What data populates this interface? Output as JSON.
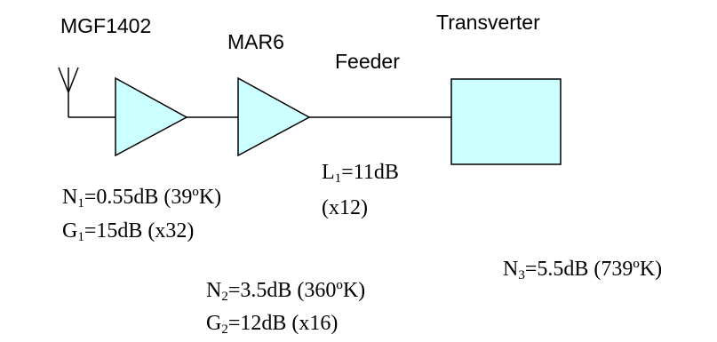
{
  "components": {
    "lna": {
      "label": "MGF1402"
    },
    "amp2": {
      "label": "MAR6"
    },
    "feeder": {
      "label": "Feeder"
    },
    "transverter": {
      "label": "Transverter"
    }
  },
  "stages": {
    "lna": {
      "n_symbol": "N",
      "n_sub": "1",
      "n_value": "=0.55dB (39ºK)",
      "g_symbol": "G",
      "g_sub": "1",
      "g_value": "=15dB (x32)"
    },
    "amp2": {
      "n_symbol": "N",
      "n_sub": "2",
      "n_value": "=3.5dB (360ºK)",
      "g_symbol": "G",
      "g_sub": "2",
      "g_value": "=12dB (x16)"
    },
    "feeder": {
      "l_symbol": "L",
      "l_sub": "1",
      "l_value": "=11dB",
      "factor": "(x12)"
    },
    "transverter": {
      "n_symbol": "N",
      "n_sub": "3",
      "n_value": "=5.5dB (739ºK)"
    }
  },
  "colors": {
    "component_fill": "#ccffff",
    "stroke": "#000000"
  }
}
